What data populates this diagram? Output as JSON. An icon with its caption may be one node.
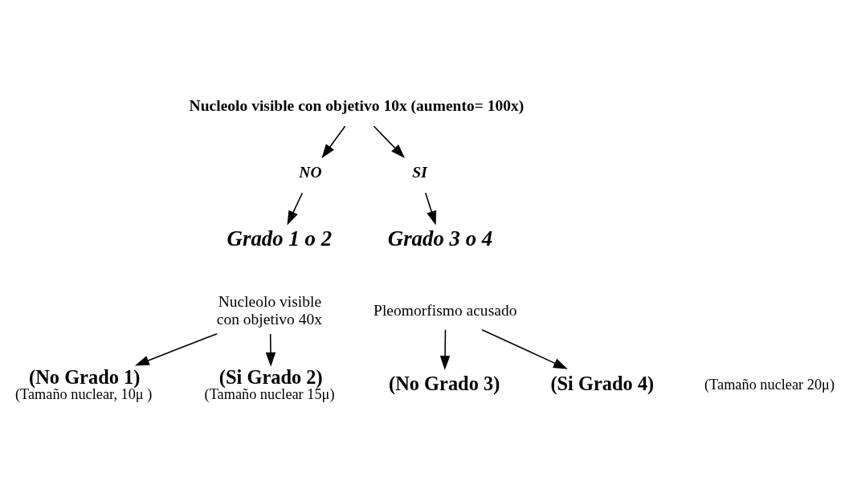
{
  "diagram": {
    "nodes": [
      {
        "text": [
          "Nucleolo visible con objetivo 10x (aumento= 100x)"
        ]
      },
      {
        "text": [
          "NO"
        ]
      },
      {
        "text": [
          "SI"
        ]
      },
      {
        "text": [
          "Grado 1 o 2"
        ]
      },
      {
        "text": [
          "Grado 3 o 4"
        ]
      },
      {
        "text": [
          "Nucleolo visible con objetivo 40x"
        ]
      },
      {
        "text": [
          "Pleomorfismo acusado"
        ]
      },
      {
        "text": [
          "(No Grado 1)"
        ],
        "beside": [
          "(Tamaño nuclear, 10μ )"
        ]
      },
      {
        "text": [
          "(Si Grado 2)"
        ],
        "beside": [
          "(Tamaño nuclear 15μ)"
        ]
      },
      {
        "text": [
          "(No Grado 3)"
        ]
      },
      {
        "text": [
          "(Si Grado 4)"
        ]
      }
    ],
    "edges": [
      {
        "from": 0,
        "to": 1,
        "arrow": "to"
      },
      {
        "from": 0,
        "to": 2,
        "arrow": "to"
      },
      {
        "from": 1,
        "to": 3,
        "arrow": "to"
      },
      {
        "from": 2,
        "to": 4,
        "arrow": "to"
      },
      {
        "from": 5,
        "to": 7,
        "arrow": "to"
      },
      {
        "from": 5,
        "to": 8,
        "arrow": "to"
      },
      {
        "from": 6,
        "to": 9,
        "arrow": "to"
      },
      {
        "from": 6,
        "to": 10,
        "arrow": "to"
      }
    ],
    "labels": [
      "(Tamaño nuclear 20μ)"
    ]
  }
}
